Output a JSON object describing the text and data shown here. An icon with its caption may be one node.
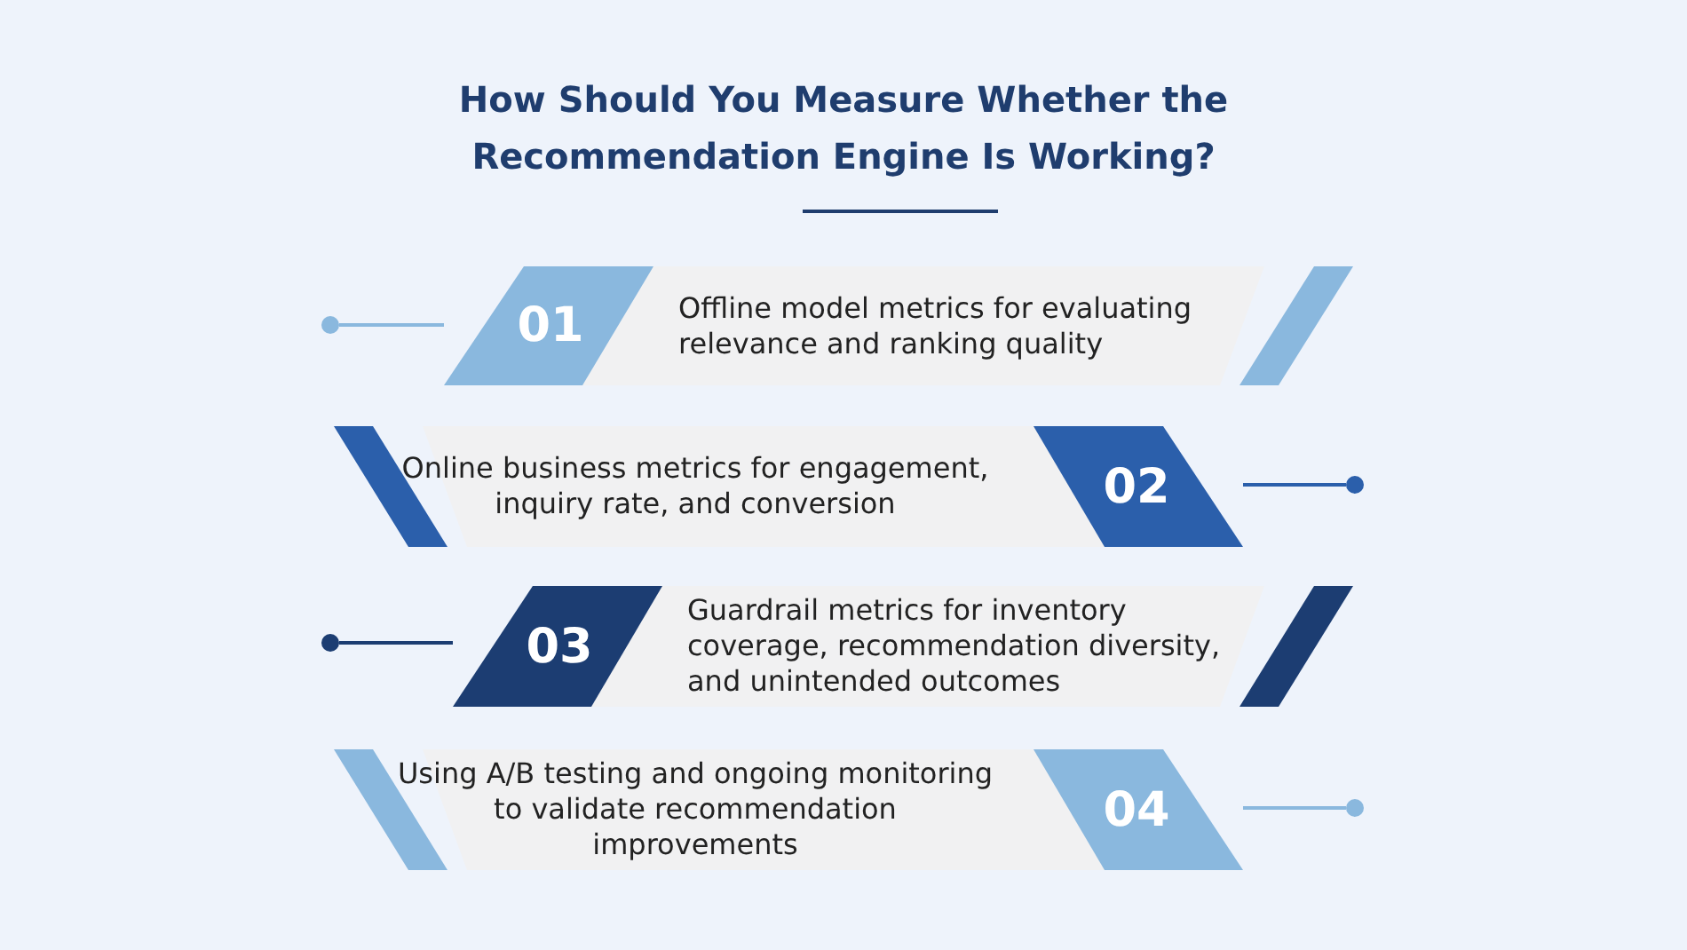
{
  "diagram": {
    "title": "How Should You Measure Whether the Recommendation Engine Is Working?",
    "nodes": [
      {
        "text": [],
        "shape": "circle"
      },
      {
        "text": [
          "01",
          "Offline model metrics for evaluating relevance and ranking quality"
        ]
      },
      {
        "text": [
          "Online business metrics for engagement, inquiry rate, and conversion",
          "02"
        ]
      },
      {
        "text": [],
        "shape": "circle"
      },
      {
        "text": [],
        "shape": "circle"
      },
      {
        "text": [
          "03",
          "Guardrail metrics for inventory coverage, recommendation diversity, and unintended outcomes"
        ]
      },
      {
        "text": [
          "Using A/B testing and ongoing monitoring to validate recommendation improvements",
          "04"
        ]
      },
      {
        "text": [],
        "shape": "circle"
      }
    ],
    "edges": [
      {
        "from": 0,
        "to": 1,
        "arrow": "none",
        "color": "#8ab8de"
      },
      {
        "from": 3,
        "to": 2,
        "arrow": "none",
        "color": "#2b5fab"
      },
      {
        "from": 4,
        "to": 5,
        "arrow": "none",
        "color": "#1c3d72"
      },
      {
        "from": 7,
        "to": 6,
        "arrow": "none",
        "color": "#8ab8de"
      }
    ]
  }
}
